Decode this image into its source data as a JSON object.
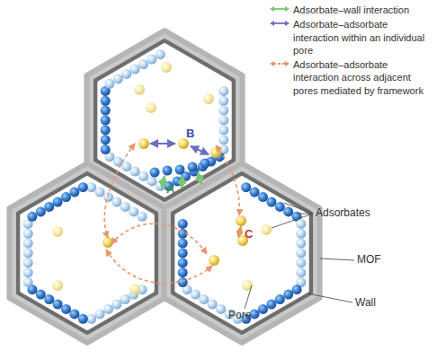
{
  "diagram": {
    "labels": [
      "A",
      "B",
      "C",
      "Adsorbates",
      "MOF",
      "Wall",
      "Pore"
    ],
    "legend": [
      {
        "text": "Adsorbate–wall interaction"
      },
      {
        "text": "Adsorbate–adsorbate interaction within an individual pore"
      },
      {
        "text": "Adsorbate–adsorbate interaction across adjacent pores mediated by framework"
      }
    ]
  }
}
